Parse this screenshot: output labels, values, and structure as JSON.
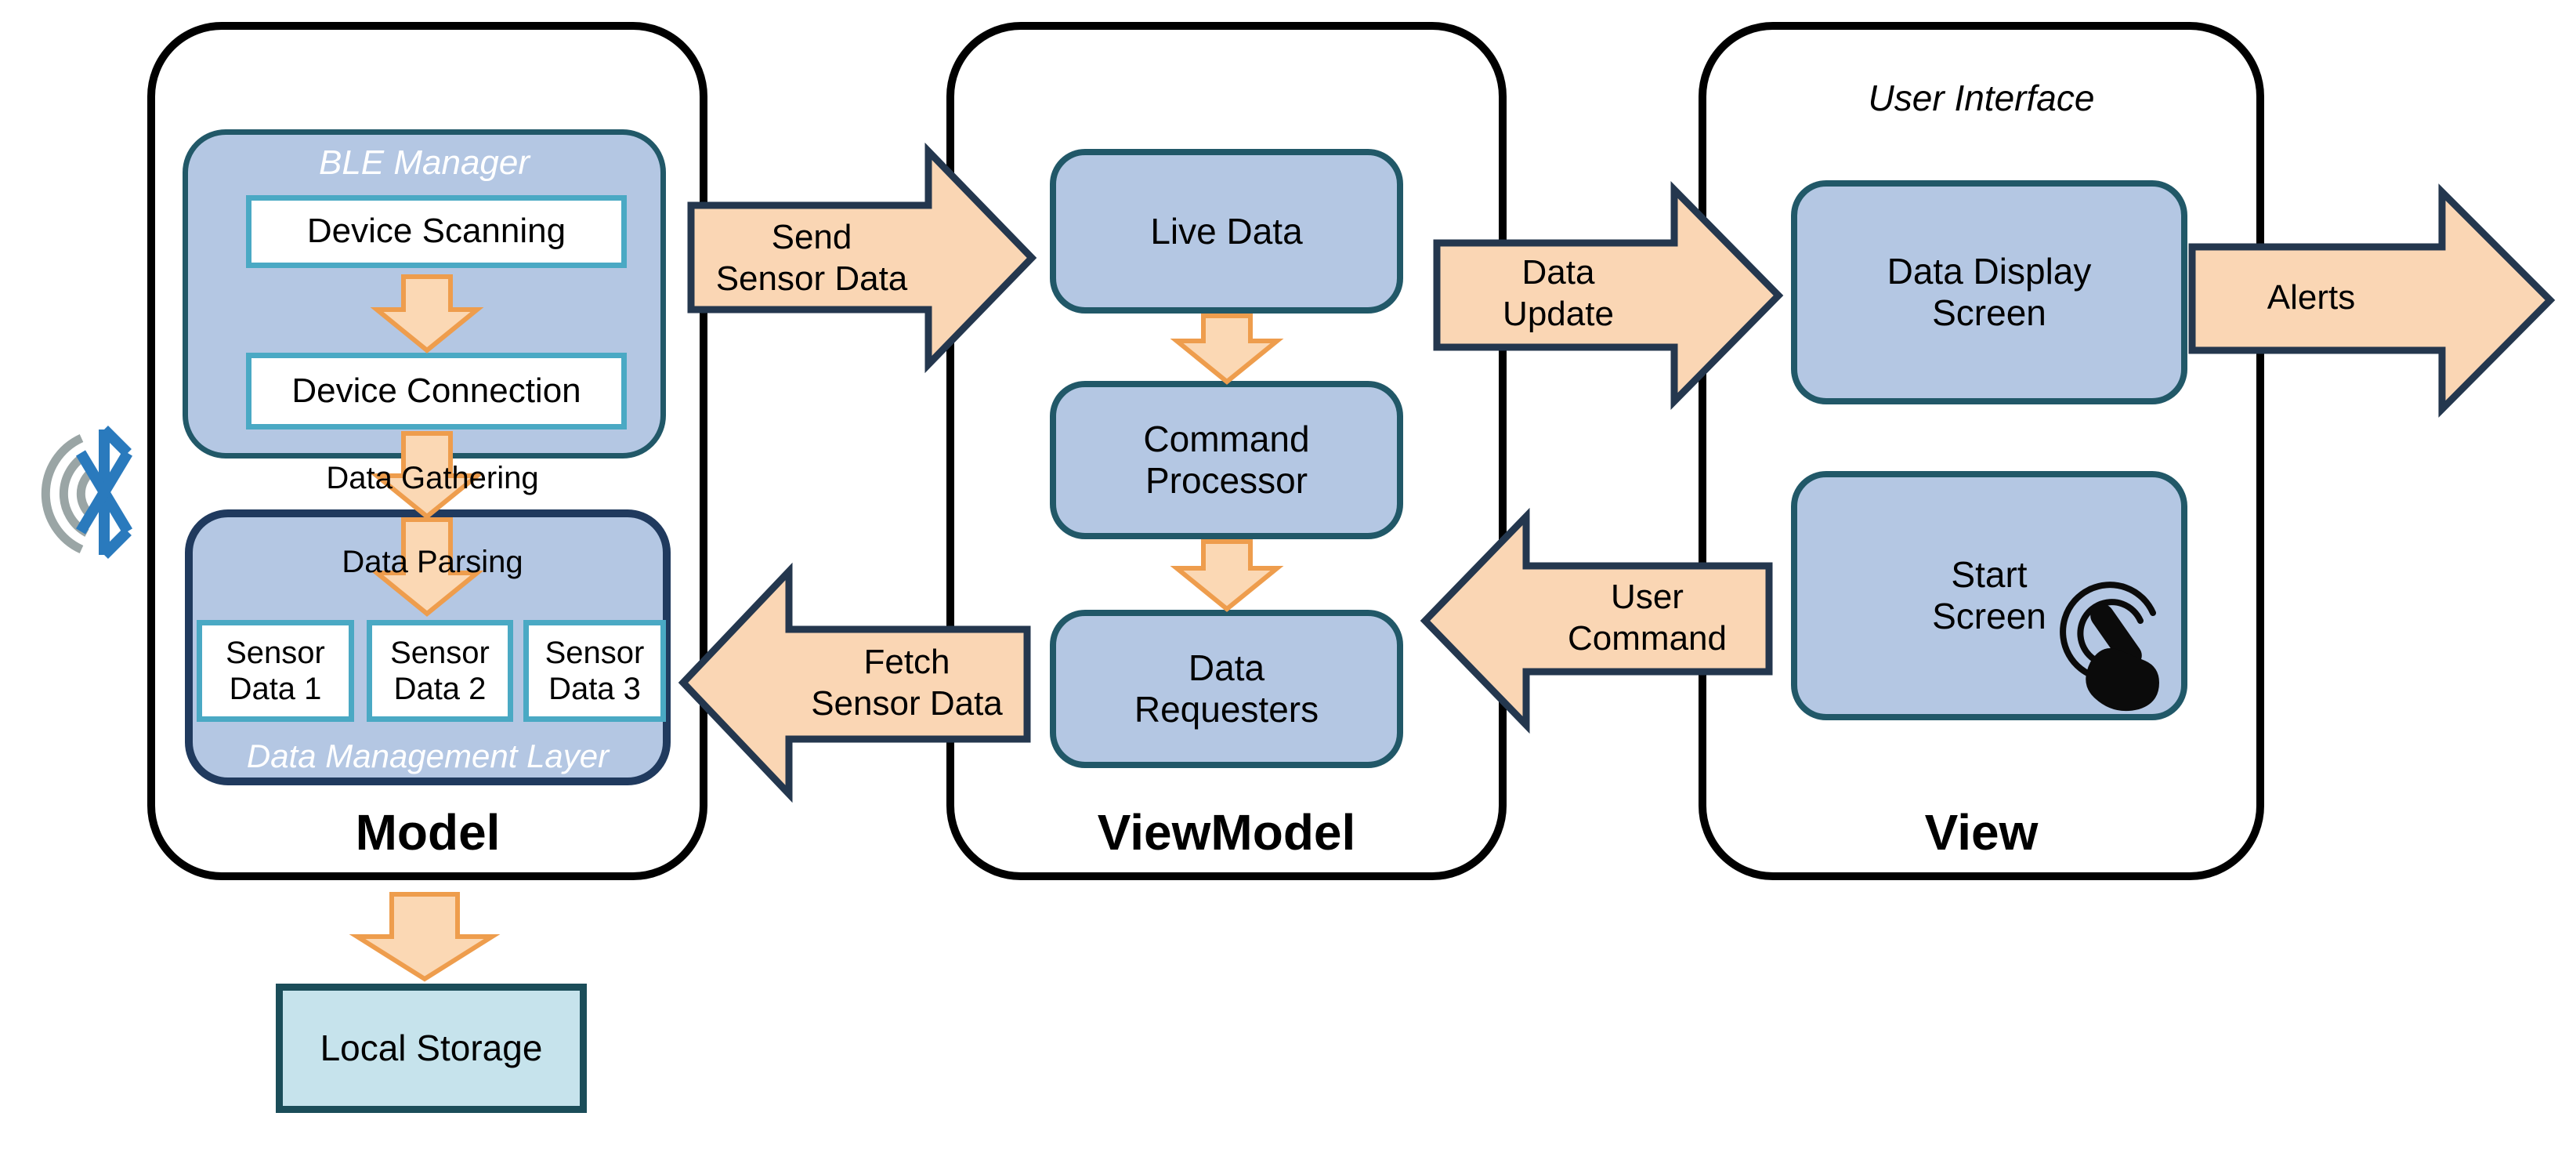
{
  "model": {
    "title": "Model",
    "ble_manager": {
      "label": "BLE Manager",
      "device_scanning": "Device Scanning",
      "device_connection": "Device Connection"
    },
    "data_gathering_label": "Data Gathering",
    "data_management": {
      "label": "Data Management Layer",
      "data_parsing_label": "Data Parsing",
      "sensors": [
        "Sensor\nData 1",
        "Sensor\nData 2",
        "Sensor\nData 3"
      ]
    },
    "local_storage_label": "Local Storage"
  },
  "viewmodel": {
    "title": "ViewModel",
    "live_data": "Live Data",
    "command_processor": "Command\nProcessor",
    "data_requesters": "Data\nRequesters"
  },
  "view": {
    "title": "View",
    "user_interface_label": "User Interface",
    "data_display_screen": "Data Display\nScreen",
    "start_screen": "Start\nScreen"
  },
  "flows": {
    "send_sensor_data": "Send\nSensor Data",
    "data_update": "Data\nUpdate",
    "alerts": "Alerts",
    "user_command": "User\nCommand",
    "fetch_sensor_data": "Fetch\nSensor Data"
  },
  "icons": {
    "bluetooth": "bluetooth-signal-icon",
    "touch": "touch-gesture-icon"
  },
  "colors": {
    "container_border": "#000000",
    "box_fill_blue": "#B4C7E3",
    "box_border_teal": "#215868",
    "dm_border_navy": "#203A5E",
    "inner_box_border": "#4AA9C4",
    "big_arrow_fill": "#FAD6B4",
    "big_arrow_border": "#24374E",
    "small_arrow_fill": "#FBD8B4",
    "small_arrow_border": "#EE9D4D",
    "storage_fill": "#C6E3EC",
    "storage_border": "#1B4D59",
    "bluetooth_blue": "#2A7ABD",
    "signal_gray": "#9AA5A5"
  }
}
